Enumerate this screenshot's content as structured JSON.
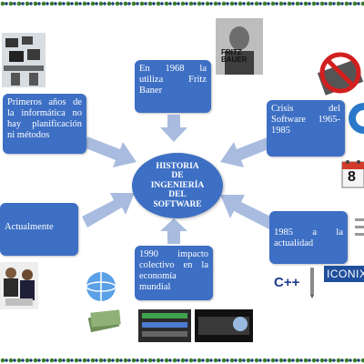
{
  "center": {
    "lines": [
      "HISTORIA",
      "DE",
      "INGENIERÍA",
      "DEL",
      "SOFTWARE"
    ]
  },
  "boxes": {
    "early_years": "Primeros años de la informática no hay planificación ni métodos",
    "fritz_bauer": "En 1968 la utiliza Fritz Baner",
    "crisis": "Crisis del Software 1965-1985",
    "year_1985": "1985 a la actualidad",
    "year_1990": "1990 impacto colectivo en la economía mundial",
    "current": "Actualmente"
  },
  "photos": {
    "bauer_caption": "FRITZ BAUER",
    "iconix_logo": "ICONIX",
    "cpp_logo": "C++",
    "calendar_number": "8"
  },
  "colors": {
    "box_fill": "#3d6fc4",
    "arrow_fill": "#a9bcdf"
  }
}
